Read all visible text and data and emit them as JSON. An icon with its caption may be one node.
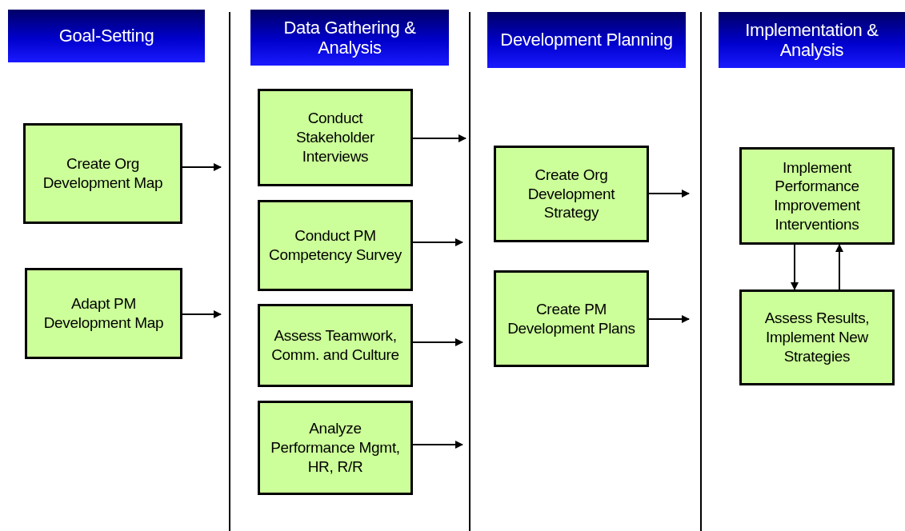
{
  "diagram": {
    "nodes": [
      {
        "text": [
          "Goal-Setting"
        ]
      },
      {
        "text": [
          "Data Gathering & Analysis"
        ]
      },
      {
        "text": [
          "Development Planning"
        ]
      },
      {
        "text": [
          "Implementation & Analysis"
        ]
      },
      {
        "text": [
          "Create Org Development Map"
        ]
      },
      {
        "text": [
          "Adapt PM Development Map"
        ]
      },
      {
        "text": [
          "Conduct Stakeholder Interviews"
        ]
      },
      {
        "text": [
          "Conduct PM Competency Survey"
        ]
      },
      {
        "text": [
          "Assess Teamwork, Comm. and Culture"
        ]
      },
      {
        "text": [
          "Analyze Performance Mgmt, HR, R/R"
        ]
      },
      {
        "text": [
          "Create Org Development Strategy"
        ]
      },
      {
        "text": [
          "Create PM Development Plans"
        ]
      },
      {
        "text": [
          "Implement Performance Improvement Interventions"
        ]
      },
      {
        "text": [
          "Assess Results, Implement New Strategies"
        ]
      }
    ],
    "edges": [
      {
        "from": 4,
        "to": null,
        "arrow": "to"
      },
      {
        "from": 5,
        "to": null,
        "arrow": "to"
      },
      {
        "from": 6,
        "to": null,
        "arrow": "to"
      },
      {
        "from": 7,
        "to": null,
        "arrow": "to"
      },
      {
        "from": 8,
        "to": null,
        "arrow": "to"
      },
      {
        "from": 9,
        "to": null,
        "arrow": "to"
      },
      {
        "from": 10,
        "to": null,
        "arrow": "to"
      },
      {
        "from": 11,
        "to": null,
        "arrow": "to"
      },
      {
        "from": 12,
        "to": 13,
        "arrow": "to"
      },
      {
        "from": 13,
        "to": 12,
        "arrow": "to"
      }
    ]
  }
}
